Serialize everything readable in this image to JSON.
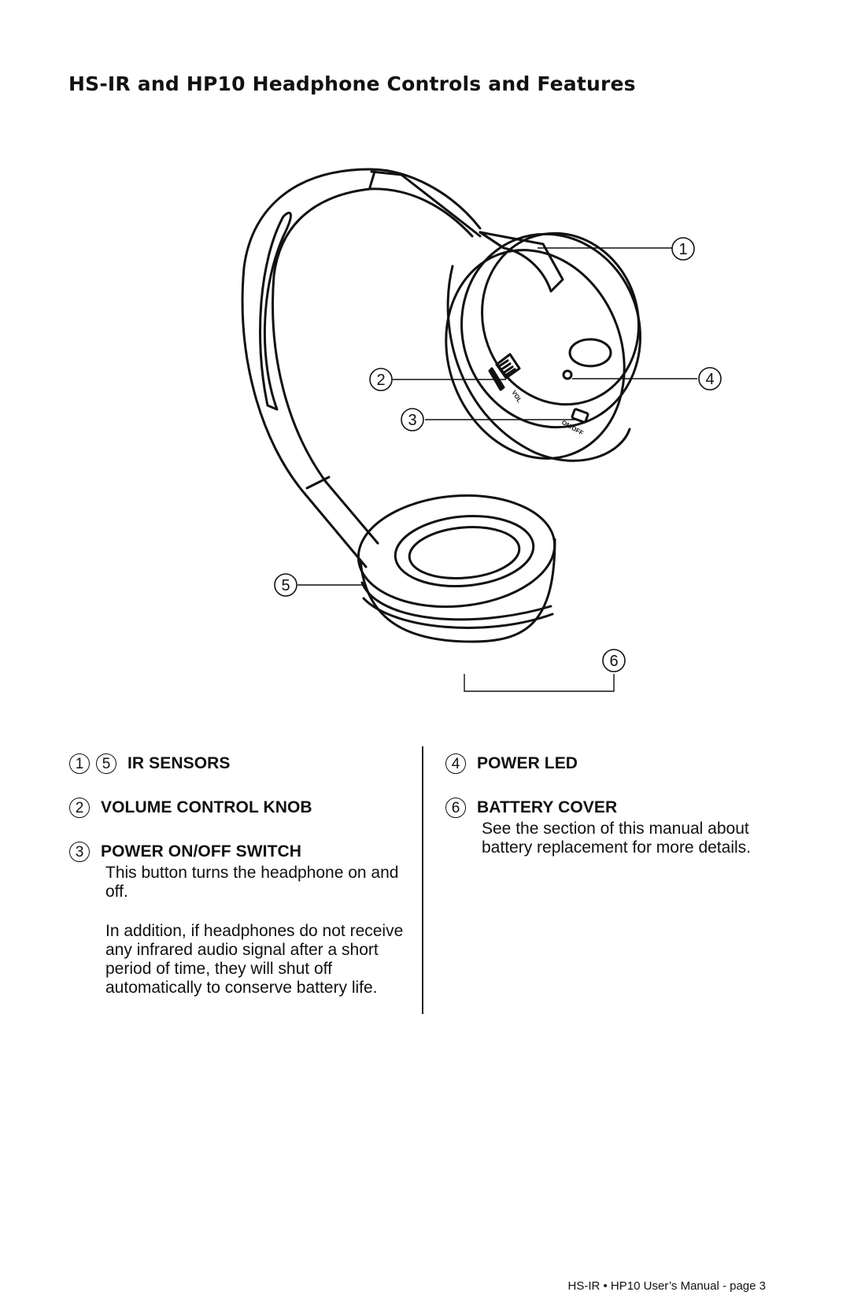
{
  "page": {
    "title": "HS-IR and HP10 Headphone Controls and Features",
    "footer": "HS-IR • HP10 User’s Manual - page 3"
  },
  "figure": {
    "callouts": [
      "1",
      "2",
      "3",
      "4",
      "5",
      "6"
    ],
    "labels": {
      "vol": "VOL",
      "onoff": "ON/OFF"
    }
  },
  "features": {
    "left": [
      {
        "numbers": [
          "1",
          "5"
        ],
        "title": "IR SENSORS",
        "description": []
      },
      {
        "numbers": [
          "2"
        ],
        "title": "VOLUME CONTROL KNOB",
        "description": []
      },
      {
        "numbers": [
          "3"
        ],
        "title": "POWER ON/OFF SWITCH",
        "description": [
          "This button turns the headphone on and off.",
          "In addition, if headphones do not receive any infrared audio signal after a short period of time, they will shut off automatically to conserve battery life."
        ]
      }
    ],
    "right": [
      {
        "numbers": [
          "4"
        ],
        "title": "POWER LED",
        "description": []
      },
      {
        "numbers": [
          "6"
        ],
        "title": "BATTERY COVER",
        "description": [
          "See the section of this manual about battery replacement for more details."
        ]
      }
    ]
  }
}
